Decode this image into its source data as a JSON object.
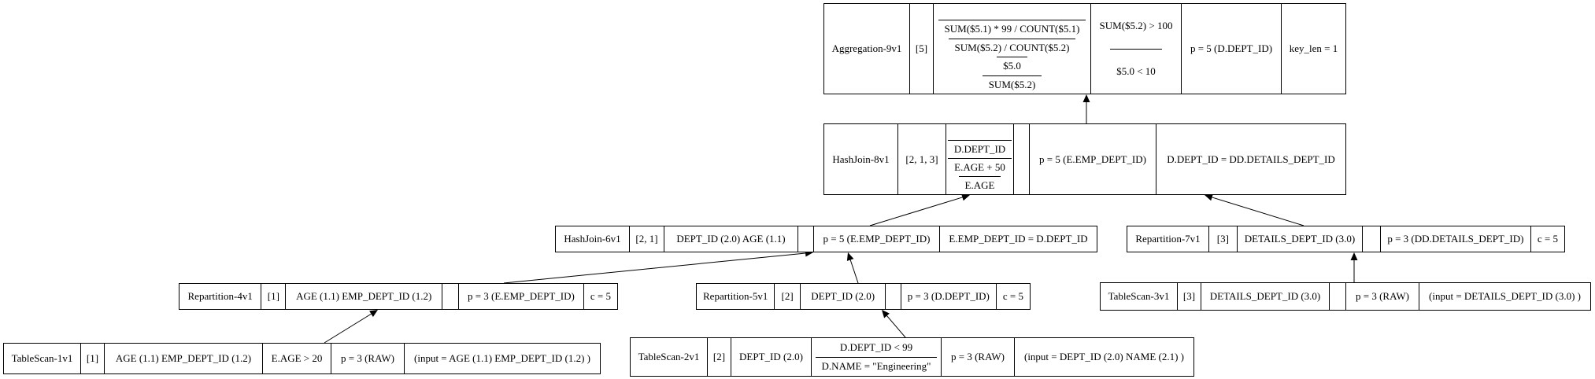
{
  "nodes": {
    "agg": {
      "name": "Aggregation-9v1",
      "ids": "[5]",
      "exprs": [
        "",
        "SUM($5.1) * 99 / COUNT($5.1)",
        "SUM($5.2) / COUNT($5.2)",
        "$5.0",
        "SUM($5.2)"
      ],
      "filters": [
        "SUM($5.2) > 100",
        "$5.0 < 10"
      ],
      "partition": "p = 5 (D.DEPT_ID)",
      "keylen": "key_len = 1"
    },
    "hj8": {
      "name": "HashJoin-8v1",
      "ids": "[2, 1, 3]",
      "exprs": [
        "",
        "D.DEPT_ID",
        "E.AGE + 50",
        "E.AGE"
      ],
      "partition": "p = 5 (E.EMP_DEPT_ID)",
      "cond": "D.DEPT_ID = DD.DETAILS_DEPT_ID"
    },
    "hj6": {
      "name": "HashJoin-6v1",
      "ids": "[2, 1]",
      "cols": "DEPT_ID (2.0) AGE (1.1)",
      "partition": "p = 5 (E.EMP_DEPT_ID)",
      "cond": "E.EMP_DEPT_ID = D.DEPT_ID"
    },
    "rp7": {
      "name": "Repartition-7v1",
      "ids": "[3]",
      "cols": "DETAILS_DEPT_ID (3.0)",
      "partition": "p = 3 (DD.DETAILS_DEPT_ID)",
      "c": "c = 5"
    },
    "rp4": {
      "name": "Repartition-4v1",
      "ids": "[1]",
      "cols": "AGE (1.1) EMP_DEPT_ID (1.2)",
      "partition": "p = 3 (E.EMP_DEPT_ID)",
      "c": "c = 5"
    },
    "rp5": {
      "name": "Repartition-5v1",
      "ids": "[2]",
      "cols": "DEPT_ID (2.0)",
      "partition": "p = 3 (D.DEPT_ID)",
      "c": "c = 5"
    },
    "ts3": {
      "name": "TableScan-3v1",
      "ids": "[3]",
      "cols": "DETAILS_DEPT_ID (3.0)",
      "partition": "p = 3 (RAW)",
      "input": "(input = DETAILS_DEPT_ID (3.0) )"
    },
    "ts1": {
      "name": "TableScan-1v1",
      "ids": "[1]",
      "cols": "AGE (1.1) EMP_DEPT_ID (1.2)",
      "filter": "E.AGE > 20",
      "partition": "p = 3 (RAW)",
      "input": "(input = AGE (1.1) EMP_DEPT_ID (1.2) )"
    },
    "ts2": {
      "name": "TableScan-2v1",
      "ids": "[2]",
      "cols": "DEPT_ID (2.0)",
      "filters": [
        "D.DEPT_ID < 99",
        "D.NAME = \"Engineering\""
      ],
      "partition": "p = 3 (RAW)",
      "input": "(input = DEPT_ID (2.0) NAME (2.1) )"
    }
  },
  "edges": [
    {
      "from": "hj8",
      "to": "agg"
    },
    {
      "from": "hj6",
      "to": "hj8"
    },
    {
      "from": "rp7",
      "to": "hj8"
    },
    {
      "from": "rp4",
      "to": "hj6"
    },
    {
      "from": "rp5",
      "to": "hj6"
    },
    {
      "from": "ts3",
      "to": "rp7"
    },
    {
      "from": "ts1",
      "to": "rp4"
    },
    {
      "from": "ts2",
      "to": "rp5"
    }
  ]
}
